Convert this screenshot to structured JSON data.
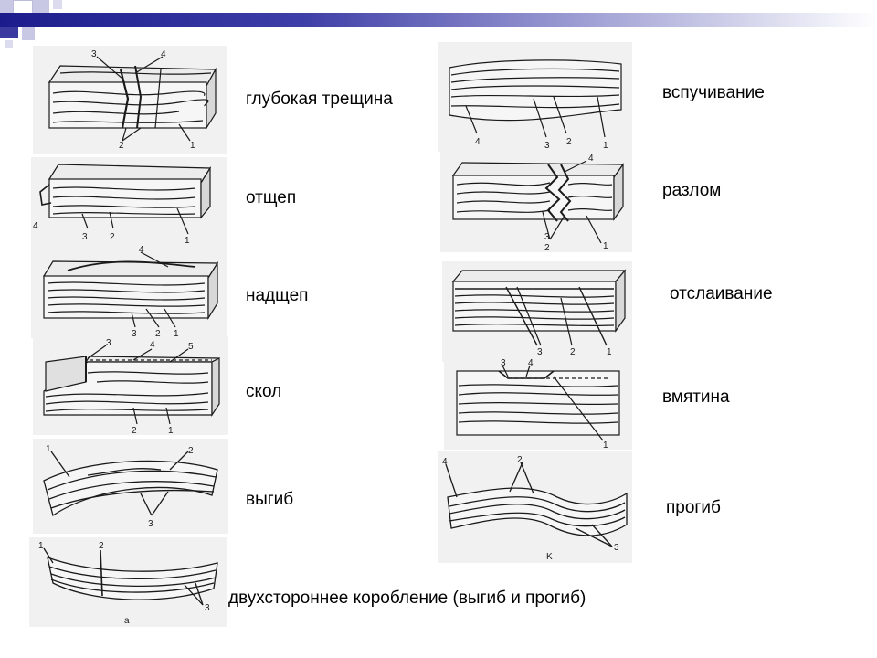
{
  "labels": {
    "deep_crack": "глубокая трещина",
    "splinter_out": "отщеп",
    "splinter_over": "надщеп",
    "chip": "скол",
    "bulge_up": "выгиб",
    "double_warp": "двухстороннее коробление (выгиб и прогиб)",
    "swelling": "вспучивание",
    "break": "разлом",
    "peeling": "отслаивание",
    "dent": "вмятина",
    "sag": "прогиб"
  },
  "callouts": {
    "deep_crack": [
      "3",
      "4",
      "2",
      "1"
    ],
    "splinter_out": [
      "4",
      "3",
      "2",
      "1"
    ],
    "splinter_over": [
      "4",
      "3",
      "2",
      "1"
    ],
    "chip": [
      "3",
      "4",
      "5",
      "2",
      "1"
    ],
    "bulge_up": [
      "1",
      "2",
      "3"
    ],
    "double_warp": [
      "1",
      "2",
      "3",
      "a"
    ],
    "swelling": [
      "4",
      "3",
      "2",
      "1"
    ],
    "break": [
      "4",
      "3",
      "2",
      "1"
    ],
    "peeling": [
      "3",
      "2",
      "1"
    ],
    "dent": [
      "3",
      "4",
      "1"
    ],
    "sag": [
      "4",
      "2",
      "3",
      "K"
    ]
  },
  "colors": {
    "header_dark": "#1c1c8c",
    "header_mid": "#9a9ad2",
    "drawing": "#1a1a1a"
  }
}
